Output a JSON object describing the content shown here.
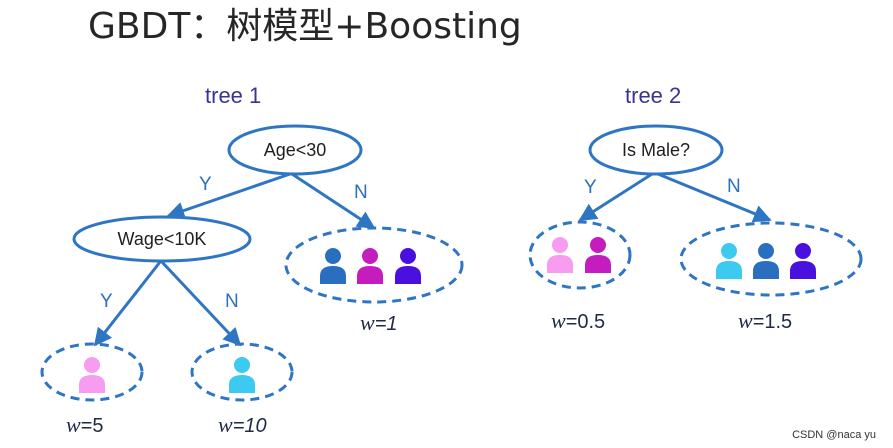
{
  "title": "GBDT：树模型+Boosting",
  "colors": {
    "line": "#2e75c4",
    "leaf_border": "#2e75c4",
    "text_title": "#262626",
    "tree_label": "#3b3390",
    "edge_label": "#2c6fbd",
    "person_pink": "#f79cf0",
    "person_magenta": "#c41cbf",
    "person_cyan": "#3ccaf0",
    "person_blue": "#2a6fbf",
    "person_purple": "#4a10e0"
  },
  "tree1": {
    "label": "tree 1",
    "root": "Age<30",
    "inner": "Wage<10K",
    "edge_yes_1": "Y",
    "edge_no_1": "N",
    "edge_yes_2": "Y",
    "edge_no_2": "N",
    "leaf_left_w": "w",
    "leaf_left_val": "=5",
    "leaf_mid_w": "w",
    "leaf_mid_val": "=10",
    "leaf_right_w": "w",
    "leaf_right_val": "=1"
  },
  "tree2": {
    "label": "tree 2",
    "root": "Is Male?",
    "edge_yes": "Y",
    "edge_no": "N",
    "leaf_left_w": "w",
    "leaf_left_val": "=0.5",
    "leaf_right_w": "w",
    "leaf_right_val": "=1.5"
  },
  "leaves_people": {
    "t1_left": [
      "person_pink"
    ],
    "t1_mid": [
      "person_cyan"
    ],
    "t1_right": [
      "person_blue",
      "person_magenta",
      "person_purple"
    ],
    "t2_left": [
      "person_pink",
      "person_magenta"
    ],
    "t2_right": [
      "person_cyan",
      "person_blue",
      "person_purple"
    ]
  },
  "watermark": "CSDN @naca yu"
}
